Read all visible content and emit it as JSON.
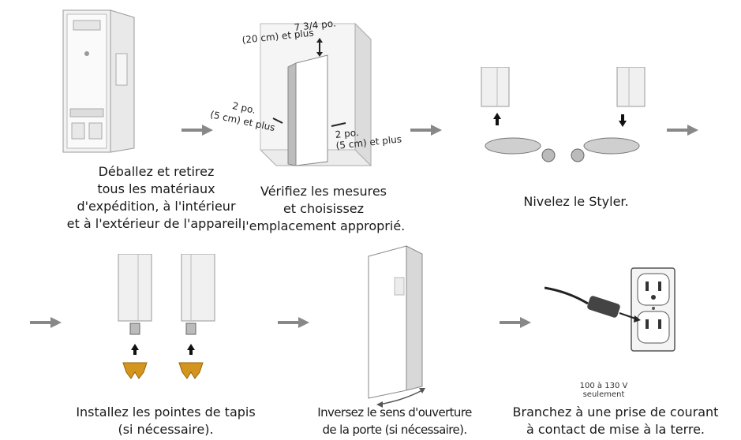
{
  "steps": [
    {
      "caption": "Déballez et retirez\ntous les matériaux\nd'expédition, à l'intérieur\net à l'extérieur de l'appareil."
    },
    {
      "caption": "Vérifiez les mesures\net choisissez\nl'emplacement approprié."
    },
    {
      "caption": "Nivelez le Styler."
    },
    {
      "caption": "Installez les pointes de tapis\n(si nécessaire)."
    },
    {
      "caption": "Inversez le sens d'ouverture\nde la porte (si nécessaire)."
    },
    {
      "caption": "Branchez à une prise de courant\nà contact de mise à la terre."
    }
  ],
  "measurements": {
    "top_line1": "7 3/4 po.",
    "top_line2": "(20 cm) et plus",
    "left_line1": "2 po.",
    "left_line2": "(5 cm) et plus",
    "right_line1": "2 po.",
    "right_line2": "(5 cm) et plus"
  },
  "voltage_note": "100 à 130 V seulement"
}
